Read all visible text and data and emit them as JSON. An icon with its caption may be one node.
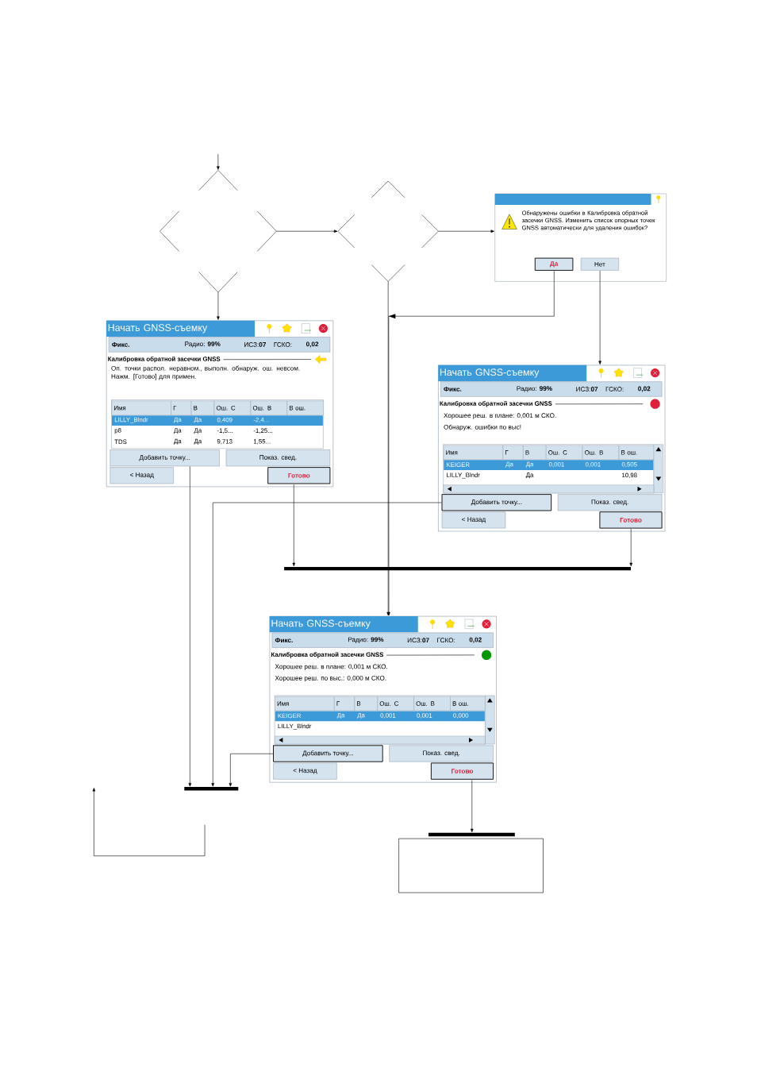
{
  "diagram": {
    "nodes": [
      {
        "text": [],
        "shape": "diamond"
      },
      {
        "text": [],
        "shape": "diamond"
      },
      {
        "text": [
          "Обнаружены ошибки в Калибровка обратной засечки GNSS. Изменить список опорных точек GNSS автоматически для удаления ошибок?"
        ]
      },
      {
        "text": [
          "Да"
        ],
        "in": 2
      },
      {
        "text": [
          "Нет"
        ],
        "in": 2
      },
      {
        "text": [
          "Начать GNSS-съемку",
          "Фикс.",
          "Радио: **99%**",
          "ИСЗ:**07**",
          "ГСКО:",
          "0,02",
          "Калибровка обратной засечки GNSS",
          "Оп. точки распол. неравном., выполн. обнаруж. ош. невсом. Нажм. [Готово] для примен.",
          "Имя",
          "Г",
          "В",
          "Ош. С",
          "Ош. В",
          "В ош.",
          "LILLY_Blndr",
          "Да",
          "Да",
          "0,409",
          "-2,4...",
          "p8",
          "Да",
          "Да",
          "-1,5...",
          "-1,25...",
          "TDS",
          "Да",
          "Да",
          "9,713",
          "1,55..."
        ]
      },
      {
        "text": [
          "Добавить точку..."
        ],
        "in": 5
      },
      {
        "text": [
          "Показ. свед."
        ],
        "in": 5
      },
      {
        "text": [
          "< Назад"
        ],
        "in": 5
      },
      {
        "text": [
          "Готово"
        ],
        "in": 5
      },
      {
        "text": [
          "Начать GNSS-съемку",
          "Фикс.",
          "Радио: **99%**",
          "ИСЗ:**07**",
          "ГСКО:",
          "0,02",
          "Калибровка обратной засечки GNSS",
          "Хорошее реш. в плане: 0,001 м СКО.",
          "Обнаруж. ошибки по выс!",
          "Имя",
          "Г",
          "В",
          "Ош. С",
          "Ош. В",
          "В ош.",
          "KEIGER",
          "Да",
          "Да",
          "0,001",
          "0,001",
          "0,505",
          "LILLY_Blndr",
          "Да",
          "10,98"
        ]
      },
      {
        "text": [
          "Добавить точку..."
        ],
        "in": 10
      },
      {
        "text": [
          "Показ. свед."
        ],
        "in": 10
      },
      {
        "text": [
          "< Назад"
        ],
        "in": 10
      },
      {
        "text": [
          "Готово"
        ],
        "in": 10
      },
      {
        "text": [],
        "shape": "bar"
      },
      {
        "text": [
          "Начать GNSS-съемку",
          "Фикс.",
          "Радио: **99%**",
          "ИСЗ:**07**",
          "ГСКО:",
          "0,02",
          "Калибровка обратной засечки GNSS",
          "Хорошее реш. в плане: 0,001 м СКО.",
          "Хорошее реш. по выс.: 0,000 м СКО.",
          "Имя",
          "Г",
          "В",
          "Ош. С",
          "Ош. В",
          "В ош.",
          "KEIGER",
          "Да",
          "Да",
          "0,001",
          "0,001",
          "0,000",
          "LILLY_Blndr"
        ]
      },
      {
        "text": [
          "Добавить точку..."
        ],
        "in": 16
      },
      {
        "text": [
          "Показ. свед."
        ],
        "in": 16
      },
      {
        "text": [
          "< Назад"
        ],
        "in": 16
      },
      {
        "text": [
          "Готово"
        ],
        "in": 16
      },
      {
        "text": [],
        "shape": "bar"
      },
      {
        "text": [],
        "shape": "bar"
      },
      {
        "text": [],
        "shape": "box"
      }
    ],
    "edges": [
      {
        "from": null,
        "to": 0,
        "arrow": "to"
      },
      {
        "from": 0,
        "to": 1,
        "arrow": "to"
      },
      {
        "from": 0,
        "to": 5,
        "arrow": "to"
      },
      {
        "from": 1,
        "to": 2,
        "arrow": "to"
      },
      {
        "from": 1,
        "to": 16,
        "arrow": "to"
      },
      {
        "from": 3,
        "to": 16,
        "arrow": "to"
      },
      {
        "from": 4,
        "to": 10,
        "arrow": "to"
      },
      {
        "from": 6,
        "to": 21,
        "arrow": "to"
      },
      {
        "from": 9,
        "to": 15,
        "arrow": "to"
      },
      {
        "from": 11,
        "to": 21,
        "arrow": "to"
      },
      {
        "from": 14,
        "to": 15,
        "arrow": "to"
      },
      {
        "from": 17,
        "to": 21,
        "arrow": "to"
      },
      {
        "from": 20,
        "to": 22,
        "arrow": "to"
      },
      {
        "from": 21,
        "to": null,
        "arrow": "to"
      }
    ]
  }
}
